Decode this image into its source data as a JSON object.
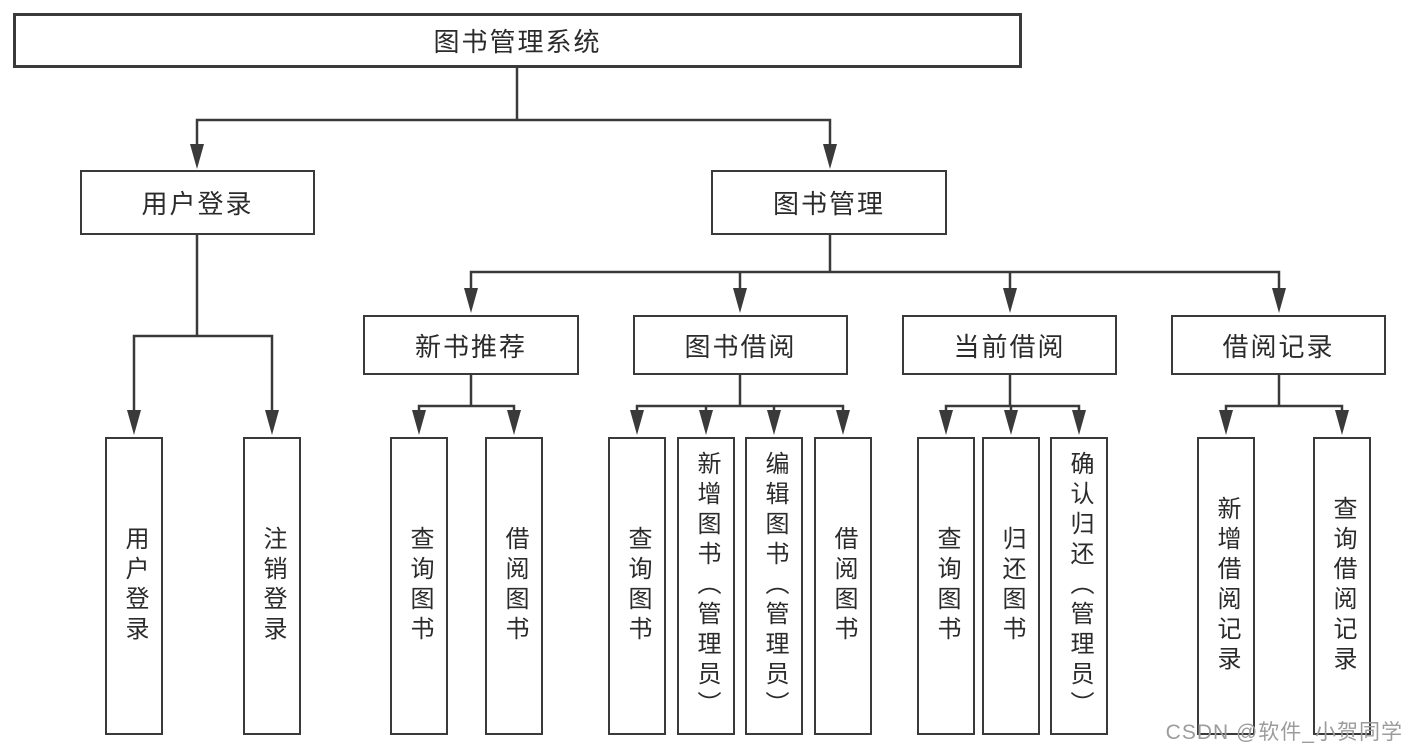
{
  "root": {
    "label": "图书管理系统"
  },
  "level2": [
    {
      "label": "用户登录"
    },
    {
      "label": "图书管理"
    }
  ],
  "level3": [
    {
      "label": "新书推荐"
    },
    {
      "label": "图书借阅"
    },
    {
      "label": "当前借阅"
    },
    {
      "label": "借阅记录"
    }
  ],
  "leaves": [
    {
      "label": "用户登录"
    },
    {
      "label": "注销登录"
    },
    {
      "label": "查询图书"
    },
    {
      "label": "借阅图书"
    },
    {
      "label": "查询图书"
    },
    {
      "label": "新增图书（管理员）"
    },
    {
      "label": "编辑图书（管理员）"
    },
    {
      "label": "借阅图书"
    },
    {
      "label": "查询图书"
    },
    {
      "label": "归还图书"
    },
    {
      "label": "确认归还（管理员）"
    },
    {
      "label": "新增借阅记录"
    },
    {
      "label": "查询借阅记录"
    }
  ],
  "watermark": {
    "text": "CSDN @软件_小贺同学"
  },
  "colors": {
    "line": "#3a3a3a",
    "text": "#2b2b2b",
    "watermark": "#9c9c9c",
    "node_fill": "#ffffff",
    "background": "#ffffff"
  }
}
